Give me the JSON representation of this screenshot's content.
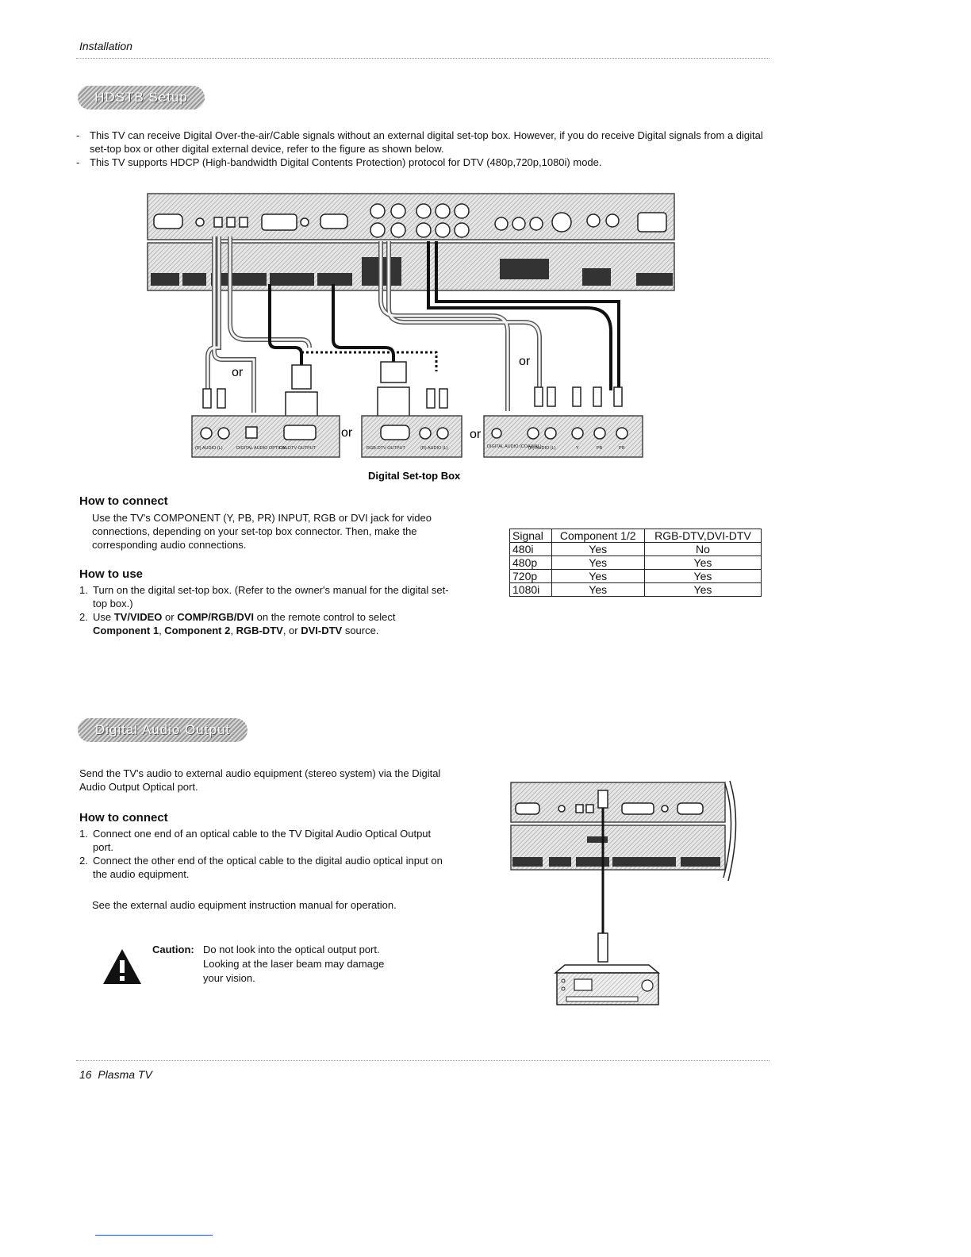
{
  "header": {
    "section": "Installation"
  },
  "hdstb": {
    "title": "HDSTB Setup",
    "bullets": [
      "This TV can receive Digital Over-the-air/Cable signals without an external digital set-top box. However, if you do receive Digital signals from a digital set-top box or other digital external device, refer to the figure as shown below.",
      "This TV supports HDCP (High-bandwidth Digital Contents Protection) protocol for DTV (480p,720p,1080i) mode."
    ],
    "diagram": {
      "or_labels": [
        "or",
        "or",
        "or",
        "or"
      ],
      "caption": "Digital Set-top Box",
      "box_labels": [
        "(R) AUDIO (L)",
        "DIGITAL AUDIO OPTICAL",
        "DVI-DTV OUTPUT",
        "RGB-DTV OUTPUT",
        "(R) AUDIO (L)",
        "DIGITAL AUDIO (COAXIAL)",
        "(R) AUDIO (L)",
        "Y",
        "PB",
        "PR"
      ]
    },
    "how_to_connect": {
      "heading": "How to connect",
      "text": "Use the TV's COMPONENT (Y, PB, PR) INPUT, RGB or DVI jack for video connections, depending on your set-top box connector. Then, make the corresponding audio connections."
    },
    "how_to_use": {
      "heading": "How to use",
      "step1": "Turn on the digital set-top box. (Refer to the owner's manual for the digital set-top box.)",
      "step2_prefix": "Use ",
      "step2_b1": "TV/VIDEO",
      "step2_or": " or ",
      "step2_b2": "COMP/RGB/DVI",
      "step2_mid": " on the remote control to select ",
      "step2_b3": "Component 1",
      "step2_comma1": ", ",
      "step2_b4": "Component 2",
      "step2_comma2": ", ",
      "step2_b5": "RGB-DTV",
      "step2_or2": ", or ",
      "step2_b6": "DVI-DTV",
      "step2_suffix": " source."
    },
    "signal_table": {
      "headers": [
        "Signal",
        "Component 1/2",
        "RGB-DTV,DVI-DTV"
      ],
      "rows": [
        [
          "480i",
          "Yes",
          "No"
        ],
        [
          "480p",
          "Yes",
          "Yes"
        ],
        [
          "720p",
          "Yes",
          "Yes"
        ],
        [
          "1080i",
          "Yes",
          "Yes"
        ]
      ]
    }
  },
  "digital_audio": {
    "title": "Digital Audio Output",
    "intro": "Send the TV's audio to external audio equipment (stereo system) via the Digital Audio Output Optical port.",
    "how_to_connect": {
      "heading": "How to connect",
      "steps": [
        "Connect one end of an optical cable to the TV Digital Audio Optical Output port.",
        "Connect the other end of the optical cable to the digital audio optical input on the audio equipment."
      ],
      "note": "See the external audio equipment instruction manual for operation."
    },
    "caution": {
      "label": "Caution:",
      "lines": [
        "Do not look into the optical output port.",
        "Looking at the laser beam may damage",
        "your vision."
      ]
    }
  },
  "footer": {
    "page": "16",
    "title": "Plasma TV"
  }
}
